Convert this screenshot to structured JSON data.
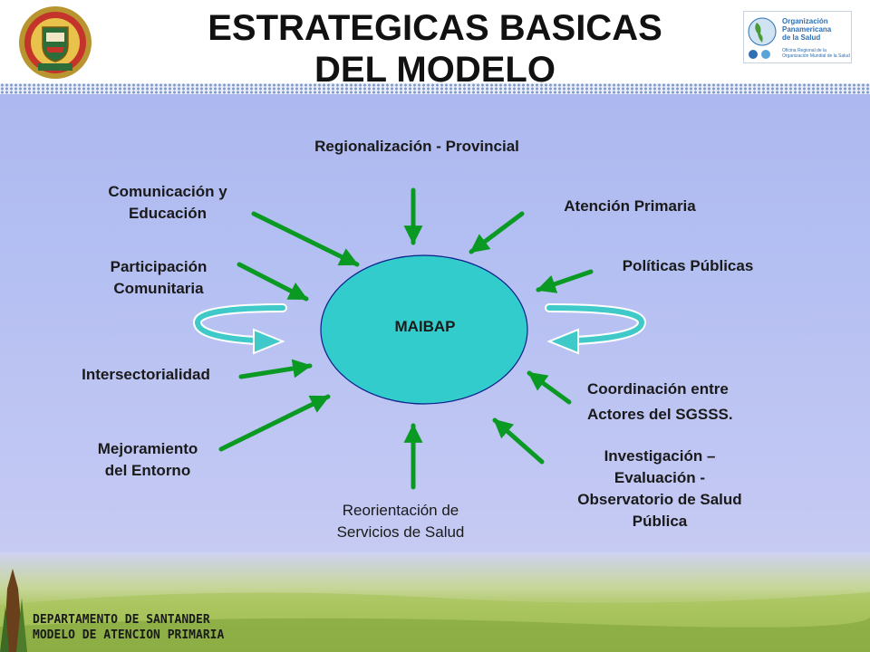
{
  "slide": {
    "title_line1": "ESTRATEGICAS  BASICAS",
    "title_line2": "DEL MODELO",
    "center": "MAIBAP",
    "strategies": {
      "regionalizacion": "Regionalización - Provincial",
      "comunicacion_1": "Comunicación y",
      "comunicacion_2": "Educación",
      "atencion": "Atención Primaria",
      "participacion_1": "Participación",
      "participacion_2": "Comunitaria",
      "politicas": "Políticas Públicas",
      "intersectorialidad": "Intersectorialidad",
      "coordinacion_1": "Coordinación entre",
      "coordinacion_2": "Actores del SGSSS.",
      "mejoramiento_1": "Mejoramiento",
      "mejoramiento_2": "del Entorno",
      "reorientacion_1": "Reorientación de",
      "reorientacion_2": "Servicios de Salud",
      "investigacion_1": "Investigación –",
      "investigacion_2": "Evaluación -",
      "investigacion_3": "Observatorio de Salud",
      "investigacion_4": "Pública"
    },
    "logo_right": {
      "line1": "Organización",
      "line2": "Panamericana",
      "line3": "de la Salud",
      "sub": "Oficina Regional de la Organización Mundial de la Salud"
    },
    "footer": {
      "line1": "DEPARTAMENTO DE SANTANDER",
      "line2": "MODELO DE ATENCION PRIMARIA"
    },
    "colors": {
      "ellipse_fill": "#33cccc",
      "arrow_green": "#0a9a24",
      "circular_arrow": "#3fc9c9"
    }
  }
}
